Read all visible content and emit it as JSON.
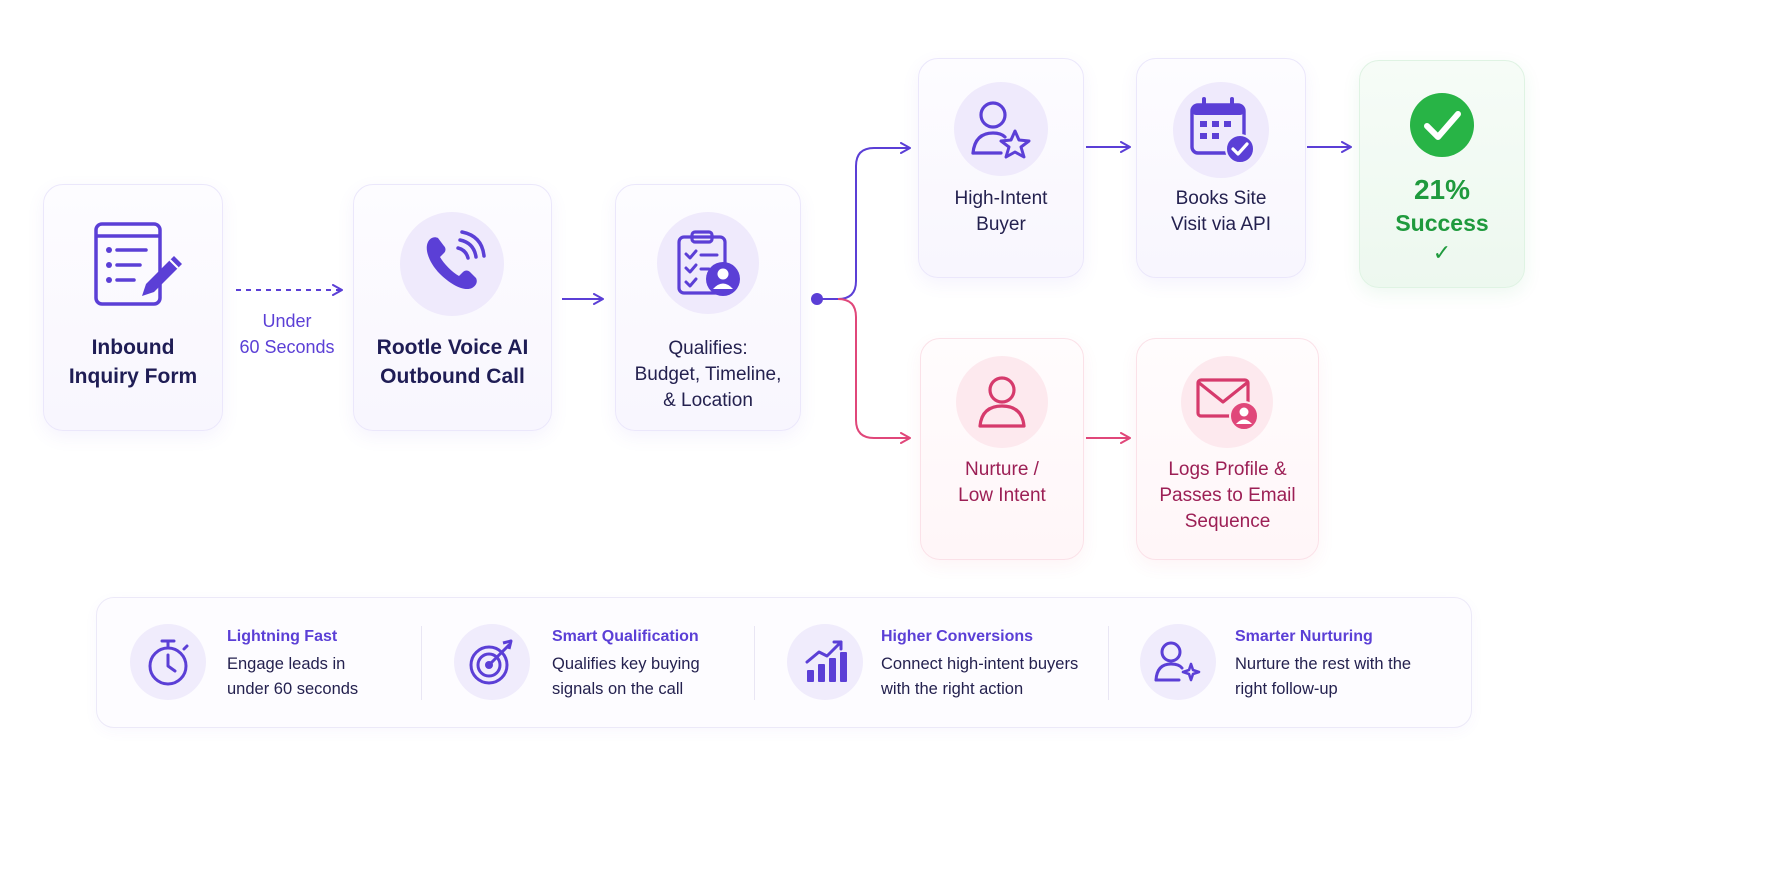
{
  "colors": {
    "purple": "#5b3fd6",
    "navy": "#1f1d55",
    "pink": "#e0477a",
    "pink_text": "#9c1f55",
    "green": "#1f9a3d",
    "green_check": "#28b446"
  },
  "steps": {
    "inbound": {
      "label": "Inbound\nInquiry Form",
      "icon": "form-edit-icon"
    },
    "arrow_note": "Under\n60 Seconds",
    "voice": {
      "label": "Rootle Voice AI\nOutbound Call",
      "icon": "phone-call-icon"
    },
    "qualifies": {
      "label": "Qualifies:\nBudget, Timeline,\n& Location",
      "icon": "clipboard-check-user-icon"
    }
  },
  "branches": {
    "high": {
      "buyer": {
        "label": "High-Intent\nBuyer",
        "icon": "user-star-icon"
      },
      "books": {
        "label": "Books Site\nVisit via API",
        "icon": "calendar-check-icon"
      },
      "result": {
        "value": "21%",
        "label": "Success",
        "mark": "✓",
        "icon": "check-circle-icon"
      }
    },
    "low": {
      "nurture": {
        "label": "Nurture /\nLow Intent",
        "icon": "user-icon"
      },
      "logs": {
        "label": "Logs Profile &\nPasses to Email\nSequence",
        "icon": "email-user-icon"
      }
    }
  },
  "benefits": [
    {
      "title": "Lightning Fast",
      "text": "Engage leads in\nunder 60 seconds",
      "icon": "stopwatch-icon"
    },
    {
      "title": "Smart Qualification",
      "text": "Qualifies key buying\nsignals on the call",
      "icon": "target-icon"
    },
    {
      "title": "Higher Conversions",
      "text": "Connect high-intent buyers\nwith the right action",
      "icon": "bar-chart-growth-icon"
    },
    {
      "title": "Smarter Nurturing",
      "text": "Nurture the rest with the\nright follow-up",
      "icon": "user-sparkle-icon"
    }
  ]
}
